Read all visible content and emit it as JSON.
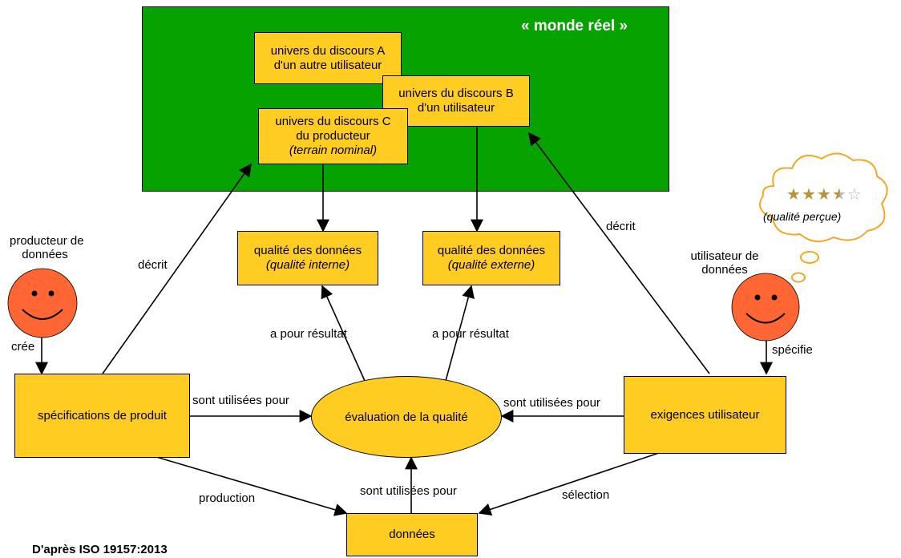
{
  "colors": {
    "box": "#ffcc22",
    "monde_reel": "#05a200",
    "face": "#ff6633",
    "cloud_border": "#f5a623"
  },
  "monde_reel": "« monde réel »",
  "univers_a": {
    "line1": "univers du discours A",
    "line2": "d'un autre utilisateur"
  },
  "univers_b": {
    "line1": "univers du discours B",
    "line2": "d'un utilisateur"
  },
  "univers_c": {
    "line1": "univers du discours C",
    "line2": "du producteur",
    "line3": "(terrain nominal)"
  },
  "qualite_interne": {
    "line1": "qualité des données",
    "line2": "(qualité interne)"
  },
  "qualite_externe": {
    "line1": "qualité des données",
    "line2": "(qualité externe)"
  },
  "specifications": "spécifications de produit",
  "evaluation": "évaluation de la qualité",
  "exigences": "exigences utilisateur",
  "donnees": "données",
  "producteur": {
    "line1": "producteur de",
    "line2": "données"
  },
  "utilisateur": {
    "line1": "utilisateur de",
    "line2": "données"
  },
  "qualite_percue": "(qualité perçue)",
  "rating": {
    "value": 3.5,
    "max": 5,
    "icon": "star-icon"
  },
  "edges": {
    "cree": "crée",
    "decrit_left": "décrit",
    "decrit_right": "décrit",
    "specifie": "spécifie",
    "resultat_left": "a pour résultat",
    "resultat_right": "a pour résultat",
    "utilisees_left": "sont utilisées pour",
    "utilisees_right": "sont utilisées pour",
    "utilisees_bottom": "sont utilisées pour",
    "production": "production",
    "selection": "sélection"
  },
  "source": "D'après ISO 19157:2013"
}
